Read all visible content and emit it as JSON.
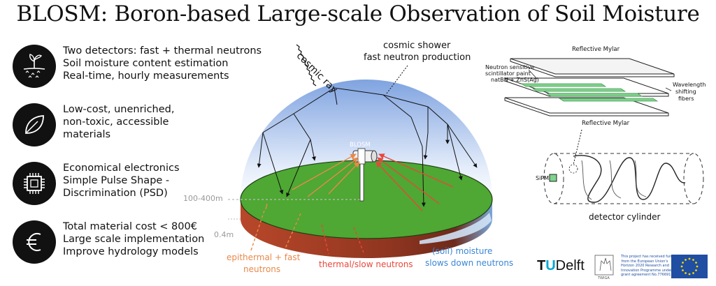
{
  "title": "BLOSM: Boron-based Large-scale Observation of Soil Moisture",
  "features": [
    {
      "icon": "soil-plant-icon",
      "lines": [
        "Two detectors: fast + thermal neutrons",
        "Soil moisture content estimation",
        "Real-time, hourly measurements"
      ]
    },
    {
      "icon": "leaf-icon",
      "lines": [
        "Low-cost, unenriched,",
        "non-toxic, accessible",
        "materials"
      ]
    },
    {
      "icon": "chip-icon",
      "lines": [
        "Economical electronics",
        "Simple Pulse Shape -",
        "Discrimination (PSD)"
      ]
    },
    {
      "icon": "euro-icon",
      "lines": [
        "Total material cost < 800€",
        "Large scale implementation",
        "Improve hydrology models"
      ]
    }
  ],
  "diagram": {
    "cosmic_ray": "cosmic ray",
    "shower_line1": "cosmic shower",
    "shower_line2": "fast neutron production",
    "detector": "BLOSM",
    "radius": "100-400m",
    "depth": "0.4m",
    "epithermal_line1": "epithermal + fast",
    "epithermal_line2": "neutrons",
    "thermal": "thermal/slow neutrons",
    "moisture_line1": "(soil) moisture",
    "moisture_line2": "slows down neutrons"
  },
  "layers": {
    "top_mylar": "Reflective Mylar",
    "paint_line1": "Neutron sensitive",
    "paint_line2": "scintillator paint",
    "paint_line3": "natBN + ZnS(Ag)",
    "wls_line1": "Wavelength",
    "wls_line2": "shifting",
    "wls_line3": "fibers",
    "bottom_mylar": "Reflective Mylar"
  },
  "cylinder": {
    "sipm": "SiPM",
    "caption": "detector cylinder"
  },
  "logos": {
    "tudelft_t": "T",
    "tudelft_u": "U",
    "tudelft_rest": "Delft",
    "twiga": "TWIGA",
    "funding": [
      "This project has received funding",
      "from the European Union's",
      "Horizon 2020 Research and",
      "Innovation Programme under",
      "grant agreement No.776691"
    ]
  },
  "colors": {
    "dome_top": "#7fa3e0",
    "grass": "#4ea833",
    "soil": "#9a3a22",
    "fast_neutrons": "#e8894a",
    "thermal_neutrons": "#e8473a",
    "moisture_text": "#3a86d6",
    "fiber": "#7fd38b",
    "eu_blue": "#1f4ea3",
    "eu_star": "#f5d700"
  }
}
